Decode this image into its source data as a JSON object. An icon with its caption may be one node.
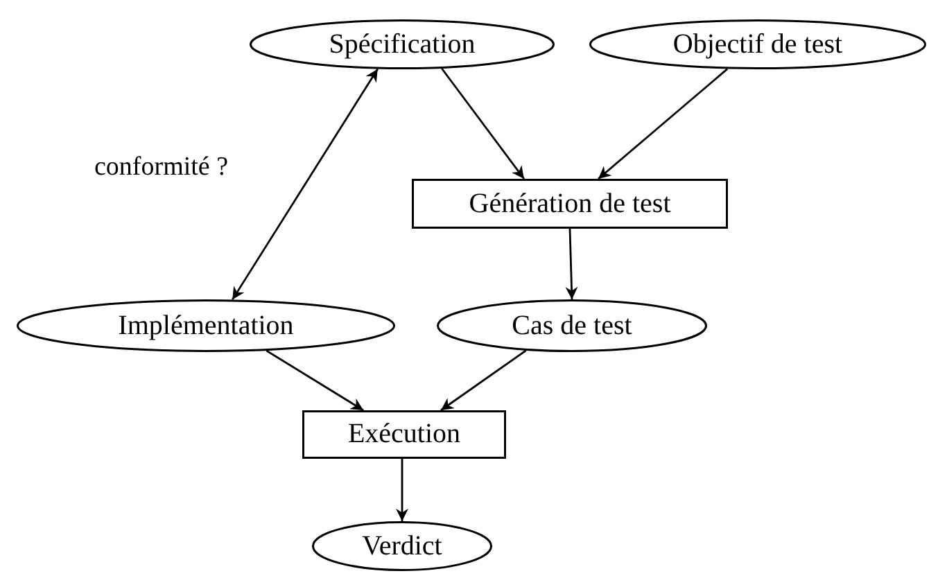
{
  "diagram": {
    "nodes": [
      {
        "text": [
          "Spécification"
        ]
      },
      {
        "text": [
          "Objectif de test"
        ]
      },
      {
        "text": [
          "Génération de test"
        ]
      },
      {
        "text": [
          "Implémentation"
        ]
      },
      {
        "text": [
          "Cas de test"
        ]
      },
      {
        "text": [
          "Exécution"
        ]
      },
      {
        "text": [
          "Verdict"
        ]
      }
    ],
    "edges": [
      {
        "from": 0,
        "to": 2,
        "arrow": "to"
      },
      {
        "from": 1,
        "to": 2,
        "arrow": "to"
      },
      {
        "from": 3,
        "to": 0,
        "arrow": "both",
        "label": "conformité ?"
      },
      {
        "from": 2,
        "to": 4,
        "arrow": "to"
      },
      {
        "from": 3,
        "to": 5,
        "arrow": "to"
      },
      {
        "from": 4,
        "to": 5,
        "arrow": "to"
      },
      {
        "from": 5,
        "to": 6,
        "arrow": "to"
      }
    ]
  }
}
